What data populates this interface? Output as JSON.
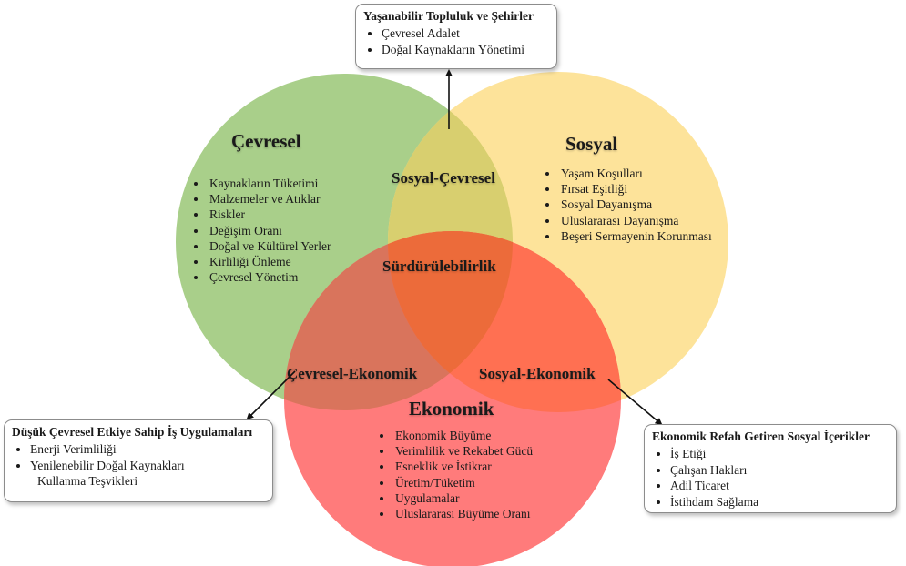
{
  "circles": {
    "cevresel": {
      "title": "Çevresel",
      "color": "#a9cf8a",
      "items": [
        "Kaynakların Tüketimi",
        "Malzemeler ve Atıklar",
        "Riskler",
        "Değişim Oranı",
        "Doğal ve Kültürel Yerler",
        "Kirliliği Önleme",
        "Çevresel Yönetim"
      ]
    },
    "sosyal": {
      "title": "Sosyal",
      "color": "#fde39a",
      "items": [
        "Yaşam Koşulları",
        "Fırsat Eşitliği",
        "Sosyal Dayanışma",
        "Uluslararası Dayanışma",
        "Beşeri Sermayenin Korunması"
      ]
    },
    "ekonomik": {
      "title": "Ekonomik",
      "color": "#ff7b7b",
      "items": [
        "Ekonomik Büyüme",
        "Verimlilik ve Rekabet Gücü",
        "Esneklik ve İstikrar",
        "Üretim/Tüketim",
        "Uygulamalar",
        "Uluslararası Büyüme Oranı"
      ]
    }
  },
  "overlaps": {
    "sosyal_cevresel": {
      "label": "Sosyal-Çevresel",
      "color": "#d8cf6f"
    },
    "cevresel_ekonomik": {
      "label": "Çevresel-Ekonomik",
      "color": "#d9745c"
    },
    "sosyal_ekonomik": {
      "label": "Sosyal-Ekonomik",
      "color": "#ff7052"
    },
    "center": {
      "label": "Sürdürülebilirlik",
      "color": "#ec6b3a"
    }
  },
  "boxes": {
    "top": {
      "title": "Yaşanabilir Topluluk ve Şehirler",
      "items": [
        "Çevresel Adalet",
        "Doğal Kaynakların Yönetimi"
      ]
    },
    "left": {
      "title": "Düşük Çevresel Etkiye Sahip İş Uygulamaları",
      "items": [
        "Enerji Verimliliği",
        "Yenilenebilir Doğal Kaynakları"
      ],
      "continuation": "Kullanma Teşvikleri"
    },
    "right": {
      "title": "Ekonomik Refah Getiren Sosyal İçerikler",
      "items": [
        "İş Etiği",
        "Çalışan Hakları",
        "Adil Ticaret",
        "İstihdam Sağlama"
      ]
    }
  }
}
